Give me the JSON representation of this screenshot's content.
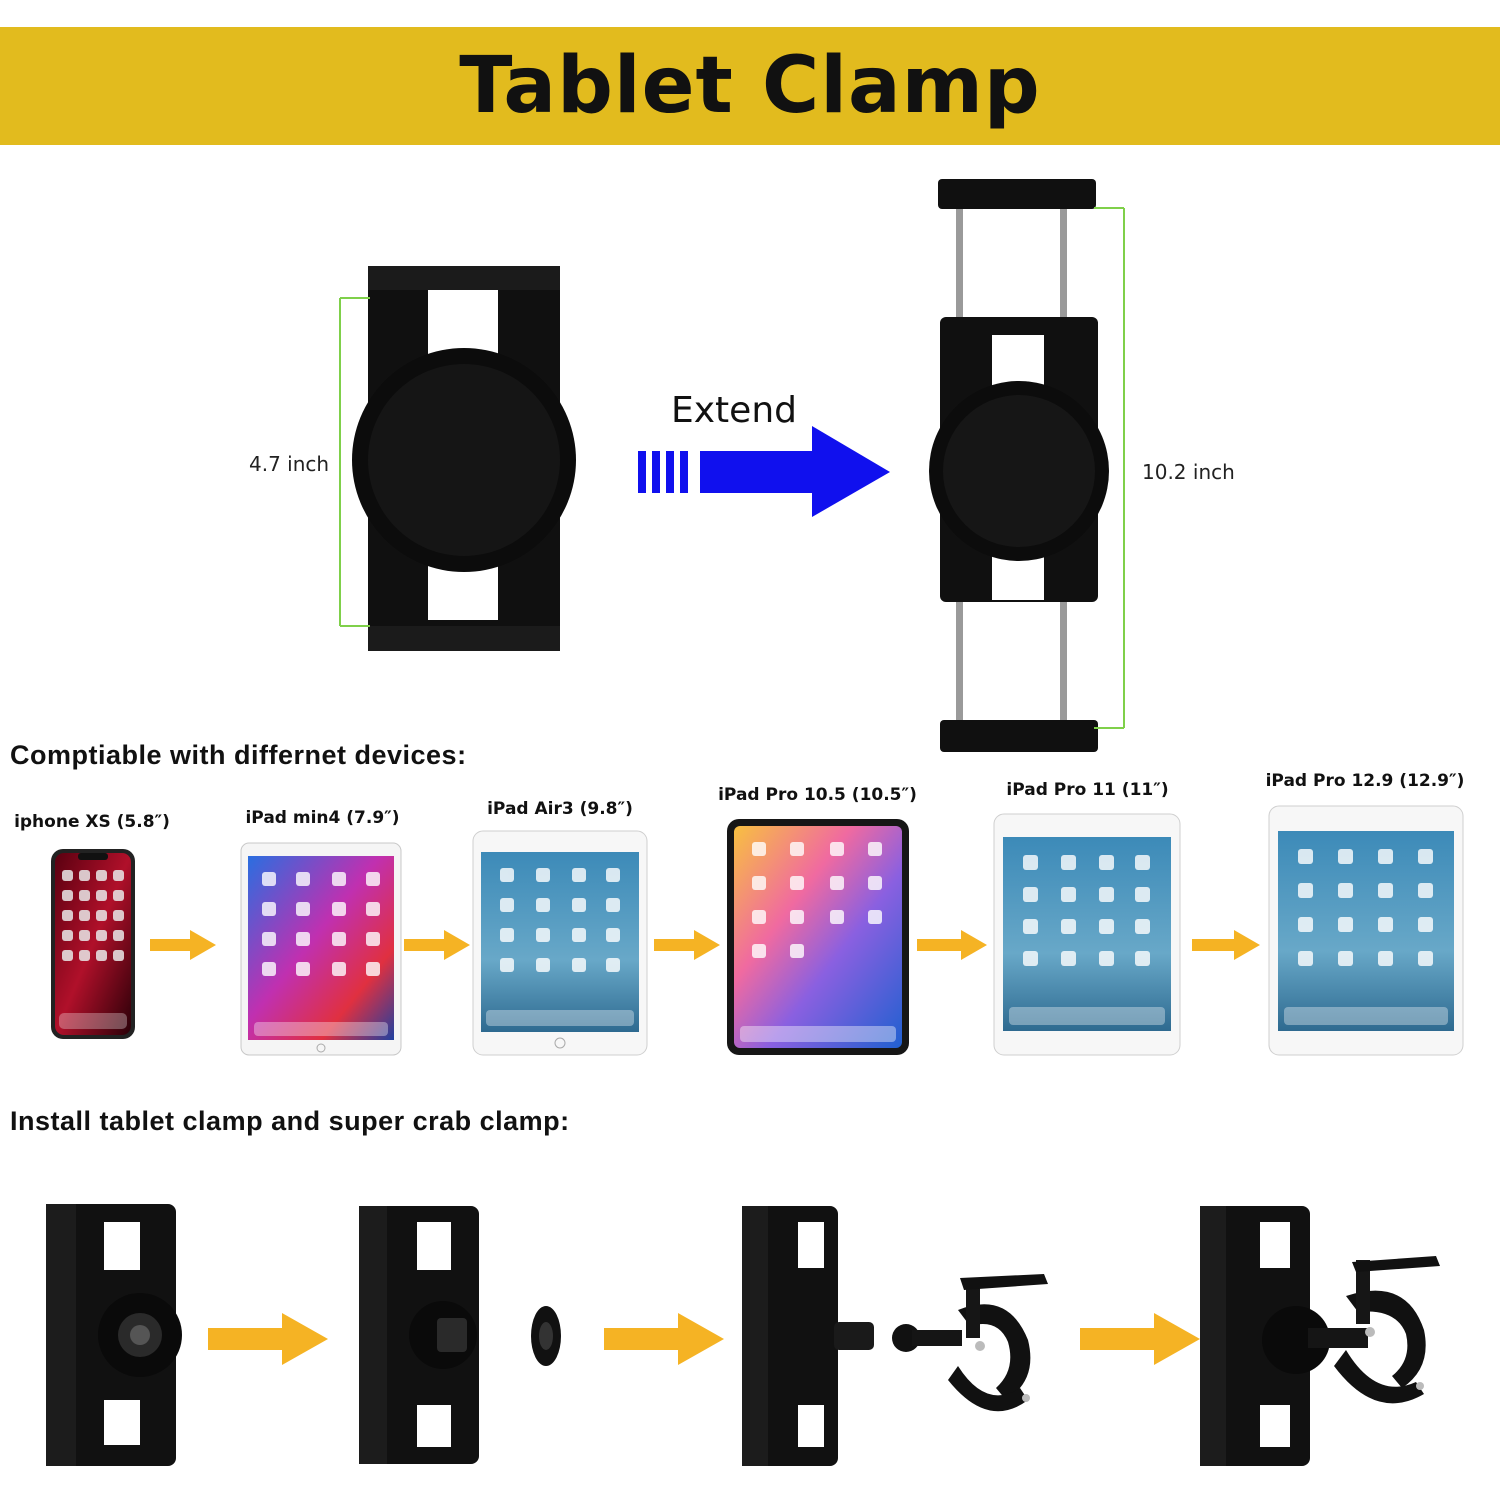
{
  "banner": {
    "title": "Tablet Clamp",
    "color": "#e2bb1e"
  },
  "dimensions": {
    "closed_label": "4.7 inch",
    "extended_label": "10.2 inch",
    "extend_label": "Extend",
    "extend_arrow_color": "#1010ee",
    "measure_line_color": "#7fd04a"
  },
  "compatible": {
    "heading": "Comptiable with differnet  devices:",
    "devices": [
      {
        "label": "iphone XS (5.8″)"
      },
      {
        "label": "iPad min4 (7.9″)"
      },
      {
        "label": "iPad Air3 (9.8″)"
      },
      {
        "label": "iPad Pro 10.5 (10.5″)"
      },
      {
        "label": "iPad Pro 11 (11″)"
      },
      {
        "label": "iPad Pro 12.9 (12.9″)"
      }
    ],
    "arrow_color": "#f5b324"
  },
  "install": {
    "heading": "Install tablet clamp and super crab clamp:",
    "arrow_color": "#f5b324"
  }
}
